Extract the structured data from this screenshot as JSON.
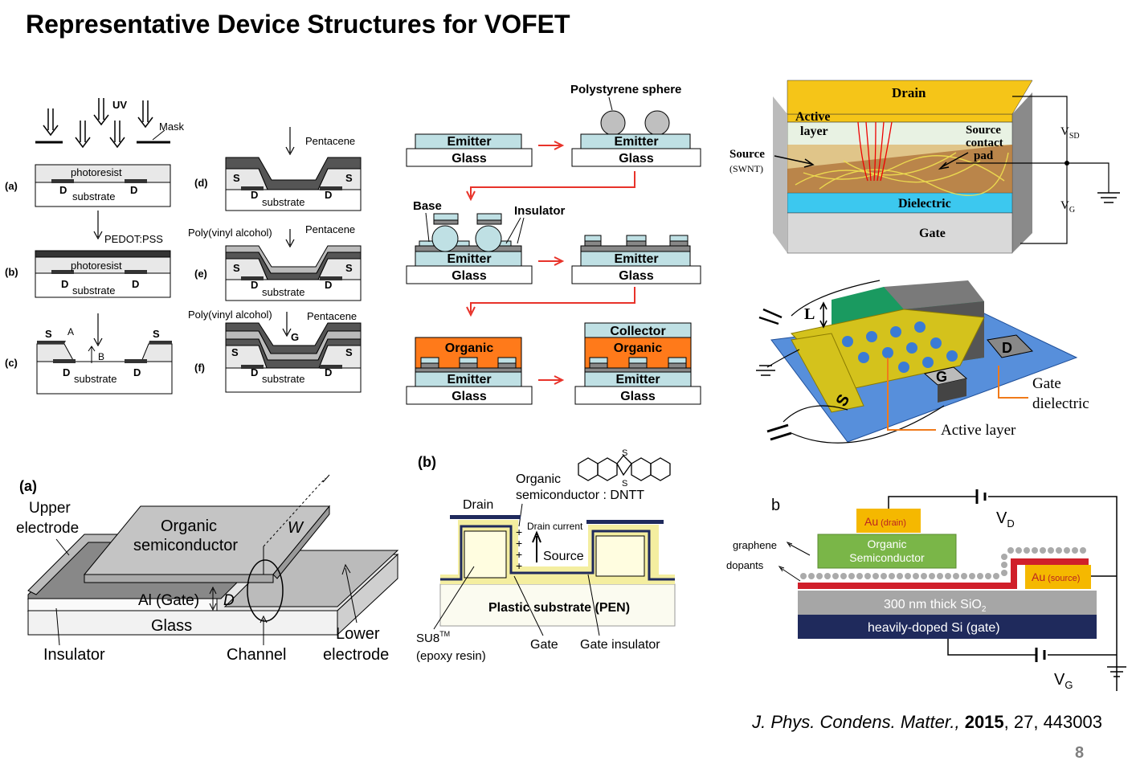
{
  "slide": {
    "title": "Representative Device Structures for VOFET",
    "page_number": "8"
  },
  "reference": {
    "journal": "J. Phys. Condens. Matter.,",
    "year": "2015",
    "rest": ", 27, 443003"
  },
  "panel_a": {
    "uv": "UV",
    "mask": "Mask",
    "step_a": "(a)",
    "step_b": "(b)",
    "step_c": "(c)",
    "step_d": "(d)",
    "step_e": "(e)",
    "step_f": "(f)",
    "photoresist": "photoresist",
    "substrate": "substrate",
    "d": "D",
    "s": "S",
    "g": "G",
    "a_label": "A",
    "b_label": "B",
    "pedot": "PEDOT:PSS",
    "pentacene": "Pentacene",
    "pva": "Poly(vinyl alcohol)"
  },
  "panel_b": {
    "emitter": "Emitter",
    "glass": "Glass",
    "sphere": "Polystyrene sphere",
    "base": "Base",
    "insulator": "Insulator",
    "organic": "Organic",
    "collector": "Collector"
  },
  "panel_c": {
    "drain": "Drain",
    "active_1": "Active",
    "active_2": "layer",
    "source_pad_1": "Source",
    "source_pad_2": "contact",
    "source_pad_3": "pad",
    "source_1": "Source",
    "source_2": "(SWNT)",
    "dielectric": "Dielectric",
    "gate": "Gate",
    "vsd": "V",
    "vsd_sub": "SD",
    "vg": "V",
    "vg_sub": "G"
  },
  "panel_d": {
    "l": "L",
    "d": "D",
    "g": "G",
    "s": "S",
    "gate_diel_1": "Gate",
    "gate_diel_2": "dielectric",
    "active": "Active layer"
  },
  "panel_e": {
    "label": "(a)",
    "upper_1": "Upper",
    "upper_2": "electrode",
    "os_1": "Organic",
    "os_2": "semiconductor",
    "w": "W",
    "gate": "Al (Gate)",
    "d": "D",
    "glass": "Glass",
    "insulator": "Insulator",
    "channel": "Channel",
    "lower_1": "Lower",
    "lower_2": "electrode"
  },
  "panel_f": {
    "label": "(b)",
    "os_1": "Organic",
    "os_2": "semiconductor : DNTT",
    "drain": "Drain",
    "current": "Drain current",
    "source": "Source",
    "plastic": "Plastic substrate (PEN)",
    "su8_1": "SU8",
    "su8_tm": "TM",
    "su8_2": "(epoxy resin)",
    "gate": "Gate",
    "gate_ins": "Gate insulator",
    "s_atom": "S"
  },
  "panel_g": {
    "label": "b",
    "au_drain": "Au",
    "au_drain_sub": "(drain)",
    "os_1": "Organic",
    "os_2": "Semiconductor",
    "graphene": "graphene",
    "dopants": "dopants",
    "au_source": "Au",
    "au_source_sub": "(source)",
    "sio2": "300 nm thick SiO",
    "sio2_sub": "2",
    "si": "heavily-doped Si (gate)",
    "vd": "V",
    "vd_sub": "D",
    "vg": "V",
    "vg_sub": "G"
  },
  "colors": {
    "emitter_fill": "#bfe0e4",
    "organic_fill": "#ff7a1a",
    "drain_fill": "#f5c518",
    "dielectric_fill": "#3cc8ef",
    "active_fill": "#d9a040",
    "au_fill": "#f5b800",
    "os_fill": "#7ab648",
    "graphene_red": "#d01f2a",
    "sio2_fill": "#a6a6a6",
    "si_fill": "#1f2a5c",
    "arrow_red": "#e8332a"
  }
}
